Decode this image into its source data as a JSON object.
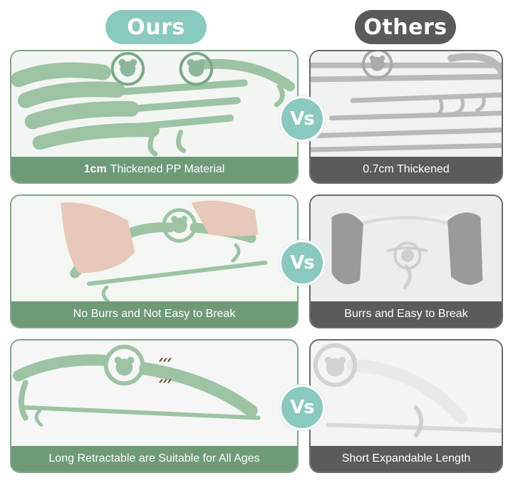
{
  "header": {
    "ours_label": "Ours",
    "others_label": "Others"
  },
  "rows": [
    {
      "vs_label": "Vs",
      "ours": {
        "caption_bold": "1cm",
        "caption_text": "Thickened PP Material"
      },
      "others": {
        "caption_text": "0.7cm Thickened"
      }
    },
    {
      "vs_label": "Vs",
      "ours": {
        "caption_text": "No Burrs and Not Easy to Break"
      },
      "others": {
        "caption_text": "Burrs and Easy to Break"
      }
    },
    {
      "vs_label": "Vs",
      "ours": {
        "caption_text": "Long Retractable are Suitable for All Ages"
      },
      "others": {
        "caption_text": "Short Expandable Length"
      }
    }
  ],
  "colors": {
    "ours_accent": "#8ac9bf",
    "ours_caption": "#6e9a78",
    "others_caption": "#5b5b5b",
    "hanger_green": "#9cc3a4",
    "hanger_gray": "#b9b9b9"
  }
}
